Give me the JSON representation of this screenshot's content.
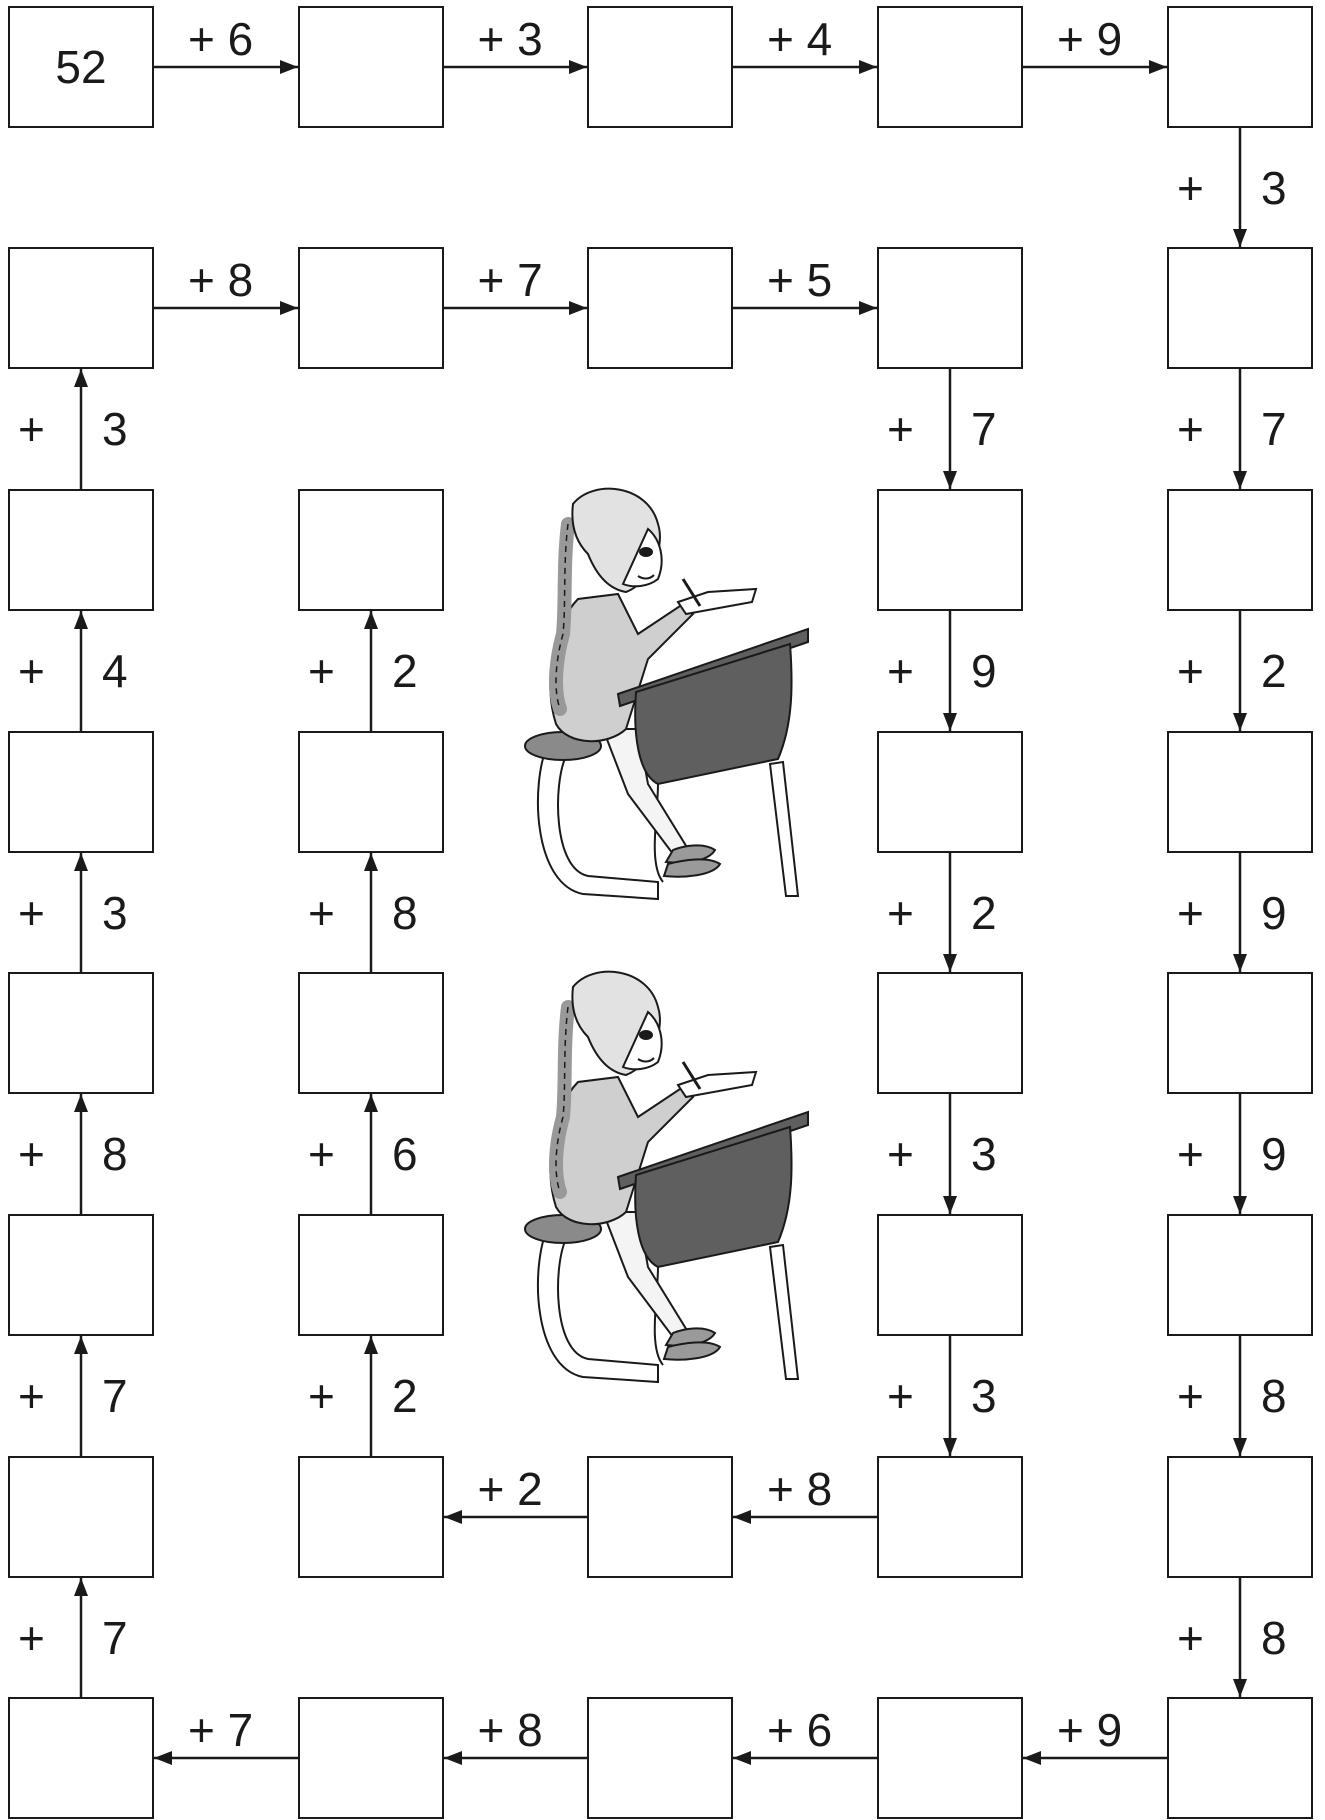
{
  "start_value": "52",
  "operators": {
    "top": [
      "+ 6",
      "+ 3",
      "+ 4",
      "+ 9"
    ],
    "right_col": [
      {
        "sign": "+",
        "num": "3"
      },
      {
        "sign": "+",
        "num": "7"
      },
      {
        "sign": "+",
        "num": "2"
      },
      {
        "sign": "+",
        "num": "9"
      },
      {
        "sign": "+",
        "num": "9"
      },
      {
        "sign": "+",
        "num": "8"
      },
      {
        "sign": "+",
        "num": "8"
      }
    ],
    "bottom": [
      "+ 9",
      "+ 6",
      "+ 8",
      "+ 7"
    ],
    "left_col": [
      {
        "sign": "+",
        "num": "7"
      },
      {
        "sign": "+",
        "num": "7"
      },
      {
        "sign": "+",
        "num": "8"
      },
      {
        "sign": "+",
        "num": "3"
      },
      {
        "sign": "+",
        "num": "4"
      },
      {
        "sign": "+",
        "num": "3"
      }
    ],
    "second_row": [
      "+ 8",
      "+ 7",
      "+ 5"
    ],
    "col4": [
      {
        "sign": "+",
        "num": "7"
      },
      {
        "sign": "+",
        "num": "9"
      },
      {
        "sign": "+",
        "num": "2"
      },
      {
        "sign": "+",
        "num": "3"
      },
      {
        "sign": "+",
        "num": "3"
      }
    ],
    "row9": [
      "+ 8",
      "+ 2"
    ],
    "col2": [
      {
        "sign": "+",
        "num": "2"
      },
      {
        "sign": "+",
        "num": "6"
      },
      {
        "sign": "+",
        "num": "8"
      },
      {
        "sign": "+",
        "num": "2"
      }
    ]
  },
  "colors": {
    "line": "#1a1a1a",
    "desk": "#5f5f5f",
    "hair": "#e2e2e2",
    "body": "#cfcfcf"
  },
  "illustration": "girl-writing-at-desk"
}
